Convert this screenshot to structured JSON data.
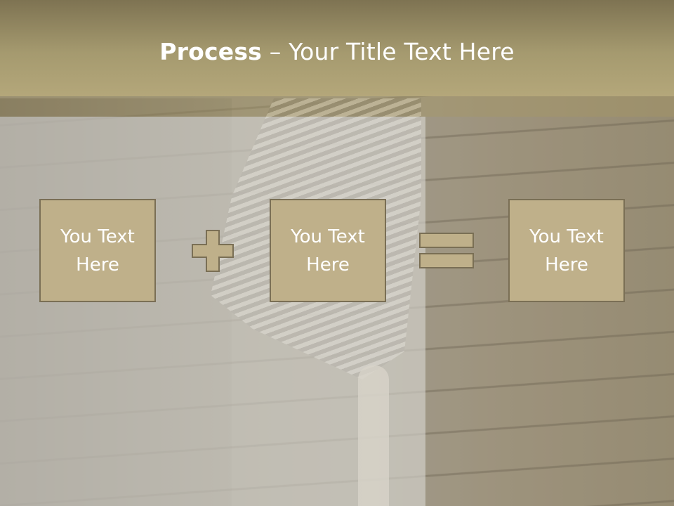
{
  "slide": {
    "title_bold": "Process",
    "title_rest": " – Your Title Text Here"
  },
  "process": {
    "boxes": [
      {
        "label": "You Text Here"
      },
      {
        "label": "You Text Here"
      },
      {
        "label": "You Text Here"
      }
    ],
    "operators": [
      "plus-icon",
      "equals-icon"
    ]
  },
  "colors": {
    "header": "#a59a6f",
    "box_fill": "#bfb08a",
    "box_border": "#7a6f55",
    "text": "#ffffff"
  }
}
